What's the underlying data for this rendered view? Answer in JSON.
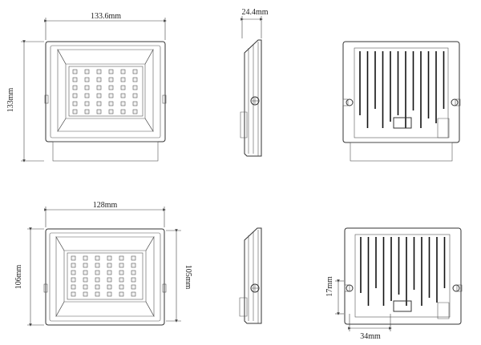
{
  "figure": {
    "top_row": {
      "front_width": "133.6mm",
      "front_height": "133mm",
      "side_depth": "24.4mm"
    },
    "bottom_row": {
      "front_width": "128mm",
      "front_height_left": "106mm",
      "front_height_right": "105mm",
      "back_bracket_height": "17mm",
      "back_bracket_width": "34mm"
    }
  }
}
